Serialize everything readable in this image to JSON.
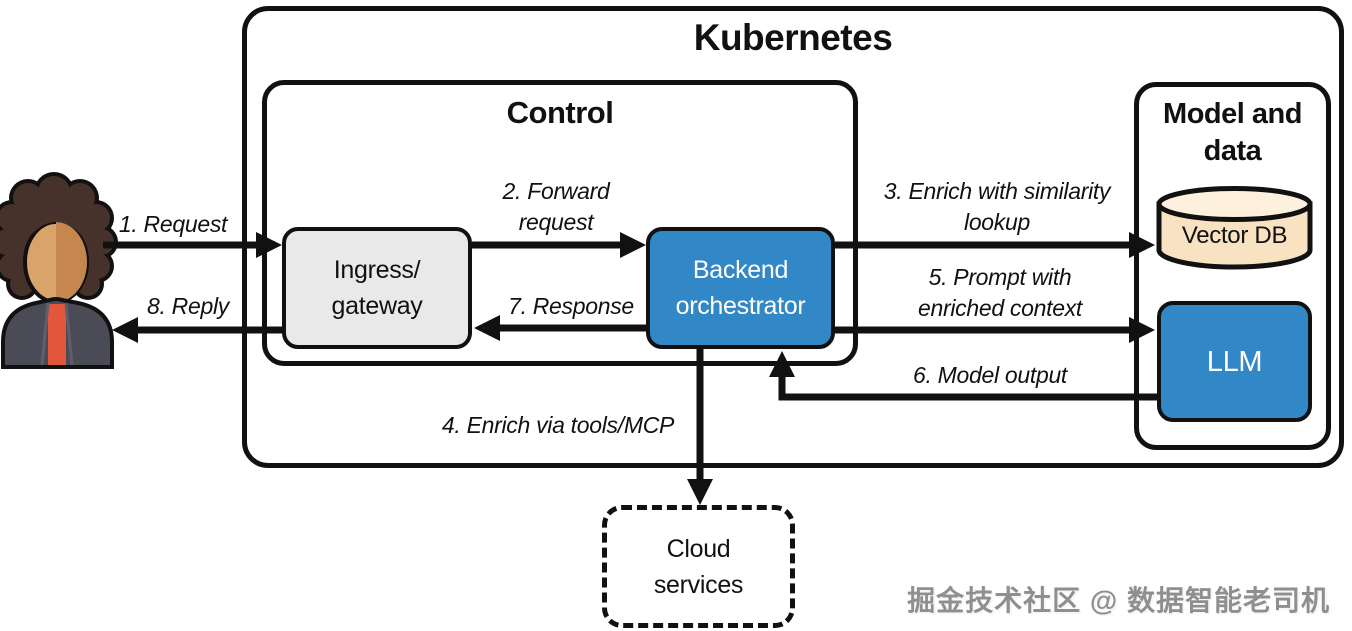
{
  "groups": {
    "kubernetes": "Kubernetes",
    "control": "Control",
    "model_and_data": "Model and\ndata"
  },
  "nodes": {
    "ingress": "Ingress/\ngateway",
    "orchestrator": "Backend\norchestrator",
    "vector_db": "Vector DB",
    "llm": "LLM",
    "cloud_services": "Cloud\nservices"
  },
  "flows": {
    "request": "1. Request",
    "forward_request": "2. Forward\nrequest",
    "enrich_similarity": "3. Enrich with similarity\nlookup",
    "enrich_tools": "4. Enrich via tools/MCP",
    "prompt_enriched": "5. Prompt with\nenriched context",
    "model_output": "6. Model output",
    "response": "7. Response",
    "reply": "8. Reply"
  },
  "colors": {
    "line": "#111111",
    "accent_blue": "#3287c6",
    "node_gray": "#e9e9e9",
    "db_body": "#f8e2c1",
    "db_top": "#fdf0dc"
  },
  "watermark": "掘金技术社区 @ 数据智能老司机"
}
